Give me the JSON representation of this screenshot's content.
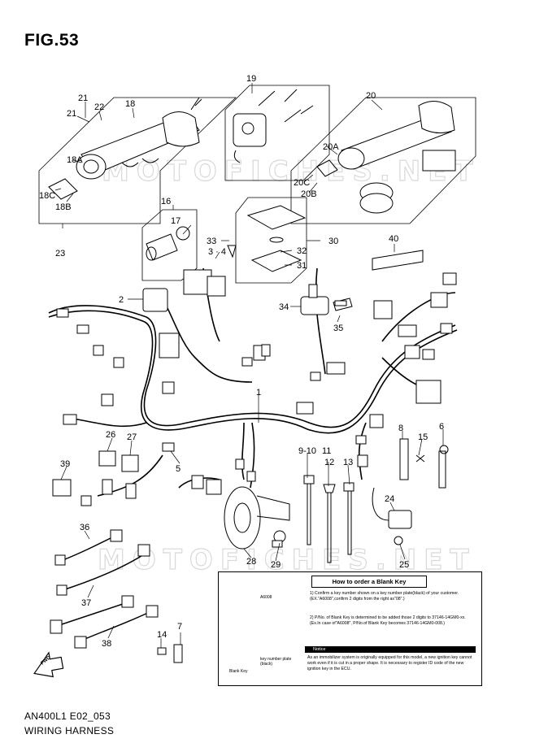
{
  "figure": {
    "title": "FIG.53"
  },
  "caption": {
    "model_code": "AN400L1 E02_053",
    "name": "WIRING HARNESS"
  },
  "callouts": [
    "1",
    "2",
    "3 · 4",
    "5",
    "6",
    "7",
    "8",
    "9-10",
    "11",
    "12",
    "13",
    "14",
    "15",
    "16",
    "17",
    "18",
    "18A",
    "18B",
    "18C",
    "19",
    "20",
    "20A",
    "20B",
    "20C",
    "21",
    "21",
    "22",
    "23",
    "24",
    "25",
    "26",
    "27",
    "28",
    "29",
    "30",
    "31",
    "32",
    "33",
    "34",
    "35",
    "36",
    "37",
    "38",
    "39",
    "40"
  ],
  "blank_key_box": {
    "title": "How to order a Blank Key",
    "step1": "1) Confirm a key number shown on a key number plate(black) of your customer. (EX.\"A6008\",confirm 2 digits from the right as\"08\".)",
    "step2": "2) P/No. of Blank Key is determined to be added those 2 digits to 37146-14GM0-xx. (Ex.In case of\"A6008\", P/No.of Blank Key becomes 37146-14GM0-008.)",
    "plate_text": "A6008",
    "key_number_plate_label": "key number plate (black)",
    "blank_key_label": "Blank Key",
    "notice_head": "Notice",
    "notice_text": "As an immobilizer system is originally equipped for this model, a new ignition key cannot work even if it is cut in a proper shape. It is necessary to register ID code of the new ignition key in the ECU."
  },
  "fwd_arrow_label": "FWD",
  "watermark": "MOTOFICHES.NET"
}
